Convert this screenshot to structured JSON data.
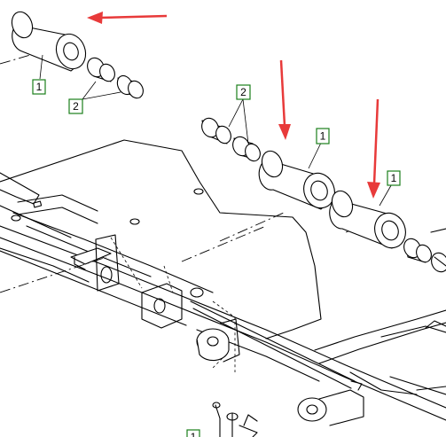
{
  "callouts": {
    "c1": "1",
    "c2": "2",
    "c3": "2",
    "c4": "1",
    "c5": "1",
    "c6": "1"
  },
  "arrow_color": "#e83a3a",
  "callout_border_color": "#1a7f1a"
}
